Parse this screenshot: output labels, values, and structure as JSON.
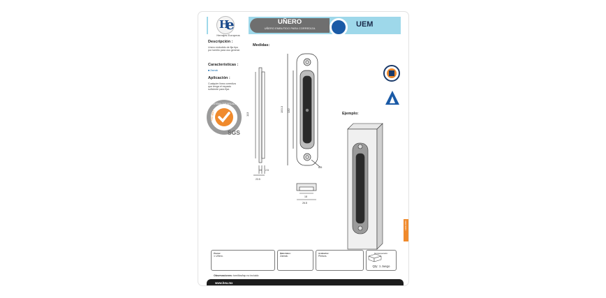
{
  "header": {
    "brand_letters_h": "H",
    "brand_letters_e": "e",
    "brand_caption": "Herrajes Europeos",
    "title": "UÑERO",
    "subtitle": "UÑERO EMBUTIDO PARA CORREDIZA",
    "code": "UEM"
  },
  "colors": {
    "header_band": "#9ed8ea",
    "title_pill": "#6f6f6f",
    "code_disc": "#1a5aa6",
    "accent_orange": "#f08a2c",
    "footer": "#1c1c1c"
  },
  "info": {
    "description_heading": "Descripción :",
    "description_text": "Unero embutido de fija tipo por tornillo para uso general.",
    "features_heading": "Características :",
    "features_item": "Zamak",
    "application_heading": "Aplicación :",
    "application_text": "Cualquier linea corrediza que tenga el espacio suficiente para fijar."
  },
  "certification": {
    "badge_top": "SISTEMA CERTIFICADO",
    "badge_side": "ISO 9001",
    "badge_brand": "SGS"
  },
  "drawing": {
    "medidas_label": "Medidas:",
    "ejemplo_label": "Ejemplo:",
    "dim_side_height": "113",
    "dim_front_total": "153.3",
    "dim_front_inner": "132",
    "dim_side_w1": "19",
    "dim_side_w2": "2.5",
    "dim_side_total": "23.5",
    "dim_hole": "Ø5",
    "dim_top_inner": "18",
    "dim_top_total": "26.8"
  },
  "side": {
    "tab_text": "UEM-0000",
    "icons": [
      "hem-logo-icon",
      "amp-logo-icon"
    ]
  },
  "bottom": {
    "boxes": [
      {
        "heading": "Piezas:",
        "value": "1 Uñero."
      },
      {
        "heading": "Materiales:",
        "value": "Zamak."
      },
      {
        "heading": "Acabados:",
        "value": "Pintura."
      }
    ],
    "packing_heading": "Empaquetado:",
    "packing_value": "Qty: 1 Juego",
    "observations_label": "Observaciones:",
    "observations_text": "tornillos/tap no incluido",
    "url": "www.heu.mx"
  }
}
